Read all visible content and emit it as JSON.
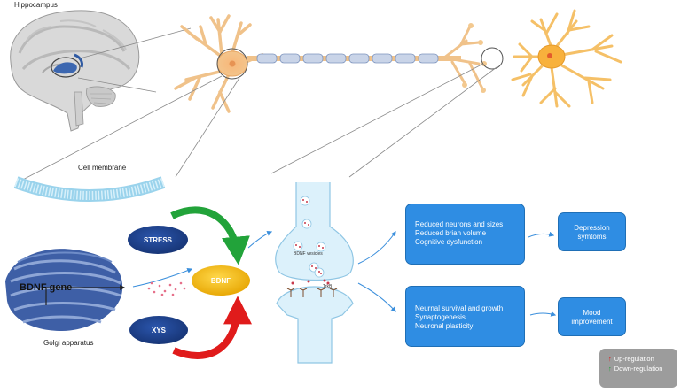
{
  "labels": {
    "hippocampus": "Hippocampus",
    "cell_membrane": "Cell membrane",
    "golgi_apparatus": "Golgi apparatus",
    "bdnf_gene": "BDNF gene",
    "bdnf_vesicles": "BDNF vesicles",
    "trkb": "TrkB"
  },
  "nodes": {
    "stress": "STRESS",
    "bdnf": "BDNF",
    "xys": "XYS"
  },
  "outcomes": {
    "top_box": [
      "Reduced neurons and sizes",
      "Reduced brian volume",
      "Cognitive dysfunction"
    ],
    "bottom_box": [
      "Neurnal survival and growth",
      "Synaptogenesis",
      "Neuronal plasticity"
    ],
    "top_result": [
      "Depression",
      "symtoms"
    ],
    "bottom_result": [
      "Mood",
      "improvement"
    ]
  },
  "legend": {
    "up": "Up-regulation",
    "down": "Down-regulation"
  },
  "colors": {
    "node_navy": "#1d3f8a",
    "bdnf_yellow": "#f5b800",
    "box_blue": "#2f8de3",
    "arrow_green": "#22a33a",
    "arrow_red": "#e01b1b",
    "neuron_orange": "#f5c98b",
    "membrane_blue": "#9ad3ec",
    "golgi_blue": "#4d6fb3",
    "legend_gray": "#9c9c9c"
  }
}
